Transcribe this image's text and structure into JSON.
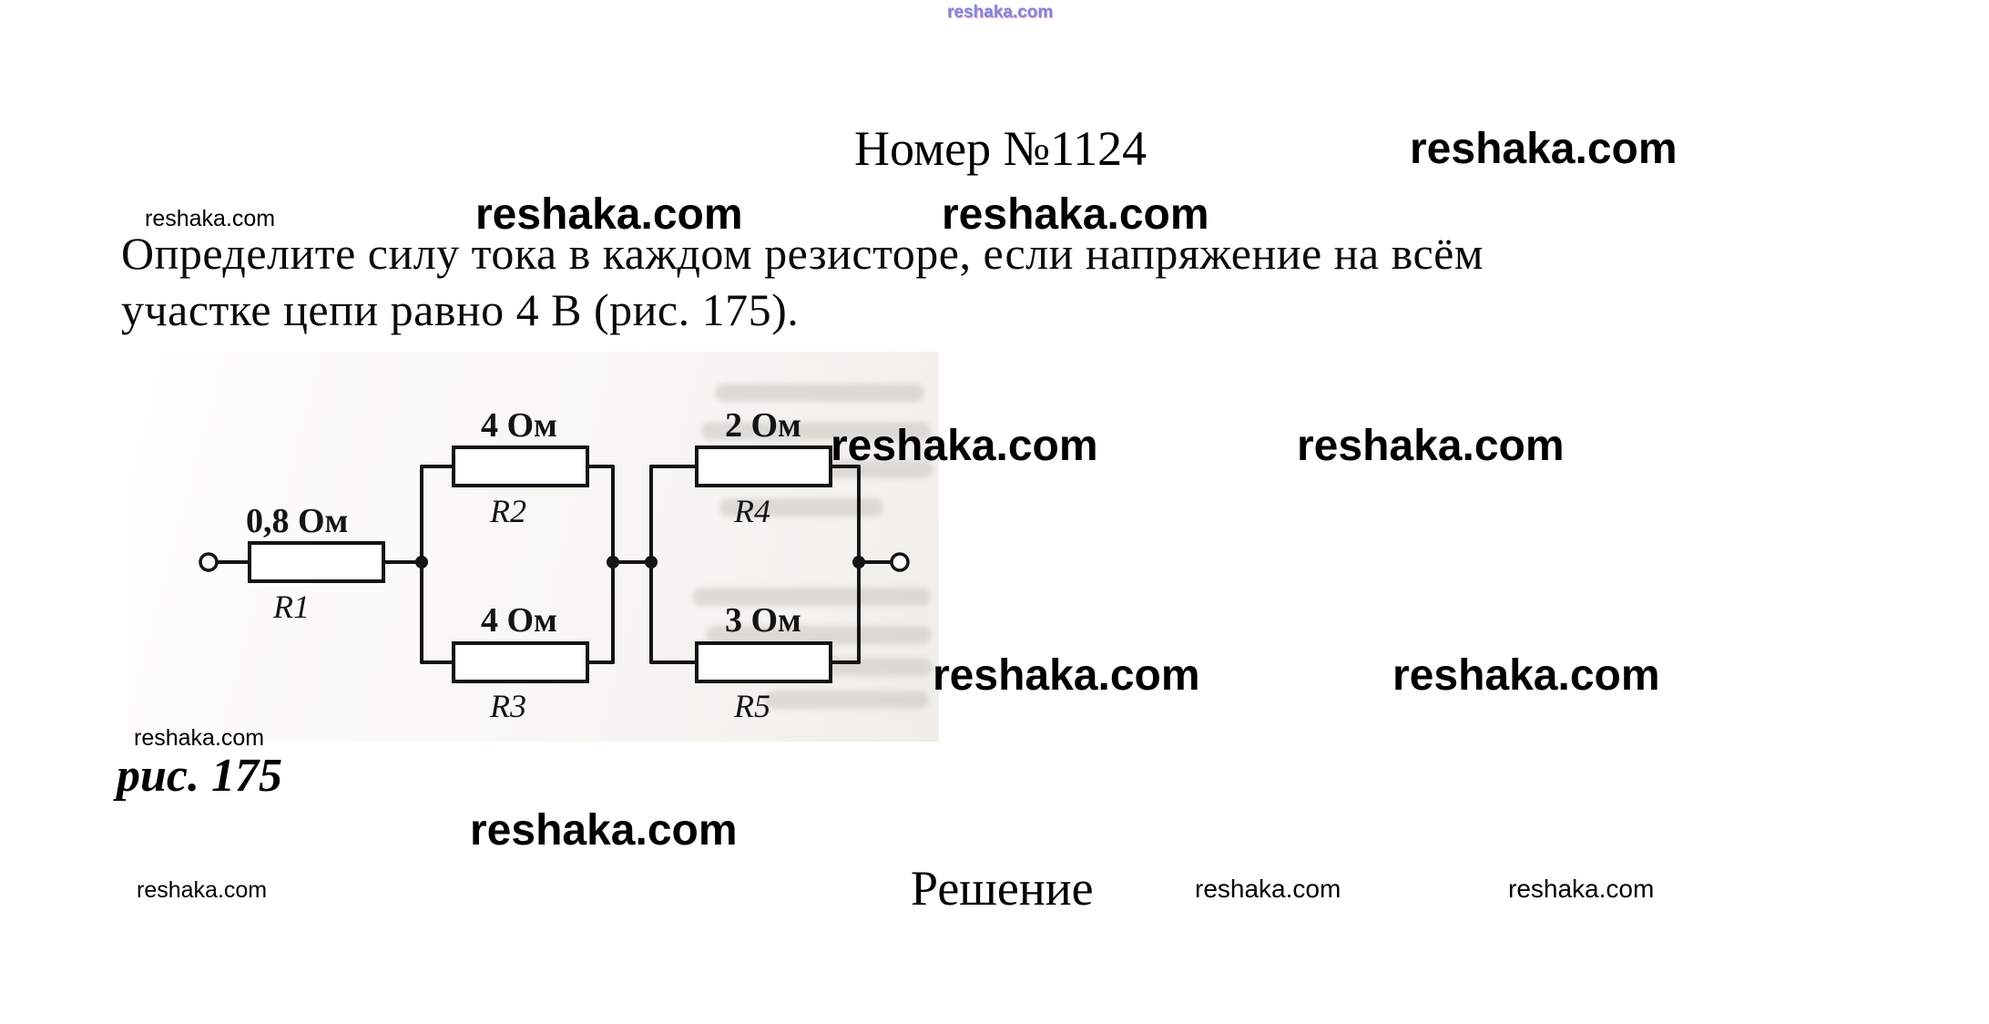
{
  "header": {
    "title": "Номер №1124"
  },
  "problem": {
    "line1": "Определите силу тока в каждом резисторе, если напряжение на всём",
    "line2": "участке цепи равно 4 В (рис. 175)."
  },
  "figure": {
    "caption": "рис. 175"
  },
  "solution": {
    "heading": "Решение"
  },
  "watermark": {
    "text": "reshaka.com",
    "accent_color": "#7d88dd"
  },
  "circuit": {
    "voltage_note": "4 В",
    "resistors": [
      {
        "name": "R1",
        "value": "0,8 Ом"
      },
      {
        "name": "R2",
        "value": "4 Ом"
      },
      {
        "name": "R3",
        "value": "4 Ом"
      },
      {
        "name": "R4",
        "value": "2 Ом"
      },
      {
        "name": "R5",
        "value": "3 Ом"
      }
    ]
  }
}
